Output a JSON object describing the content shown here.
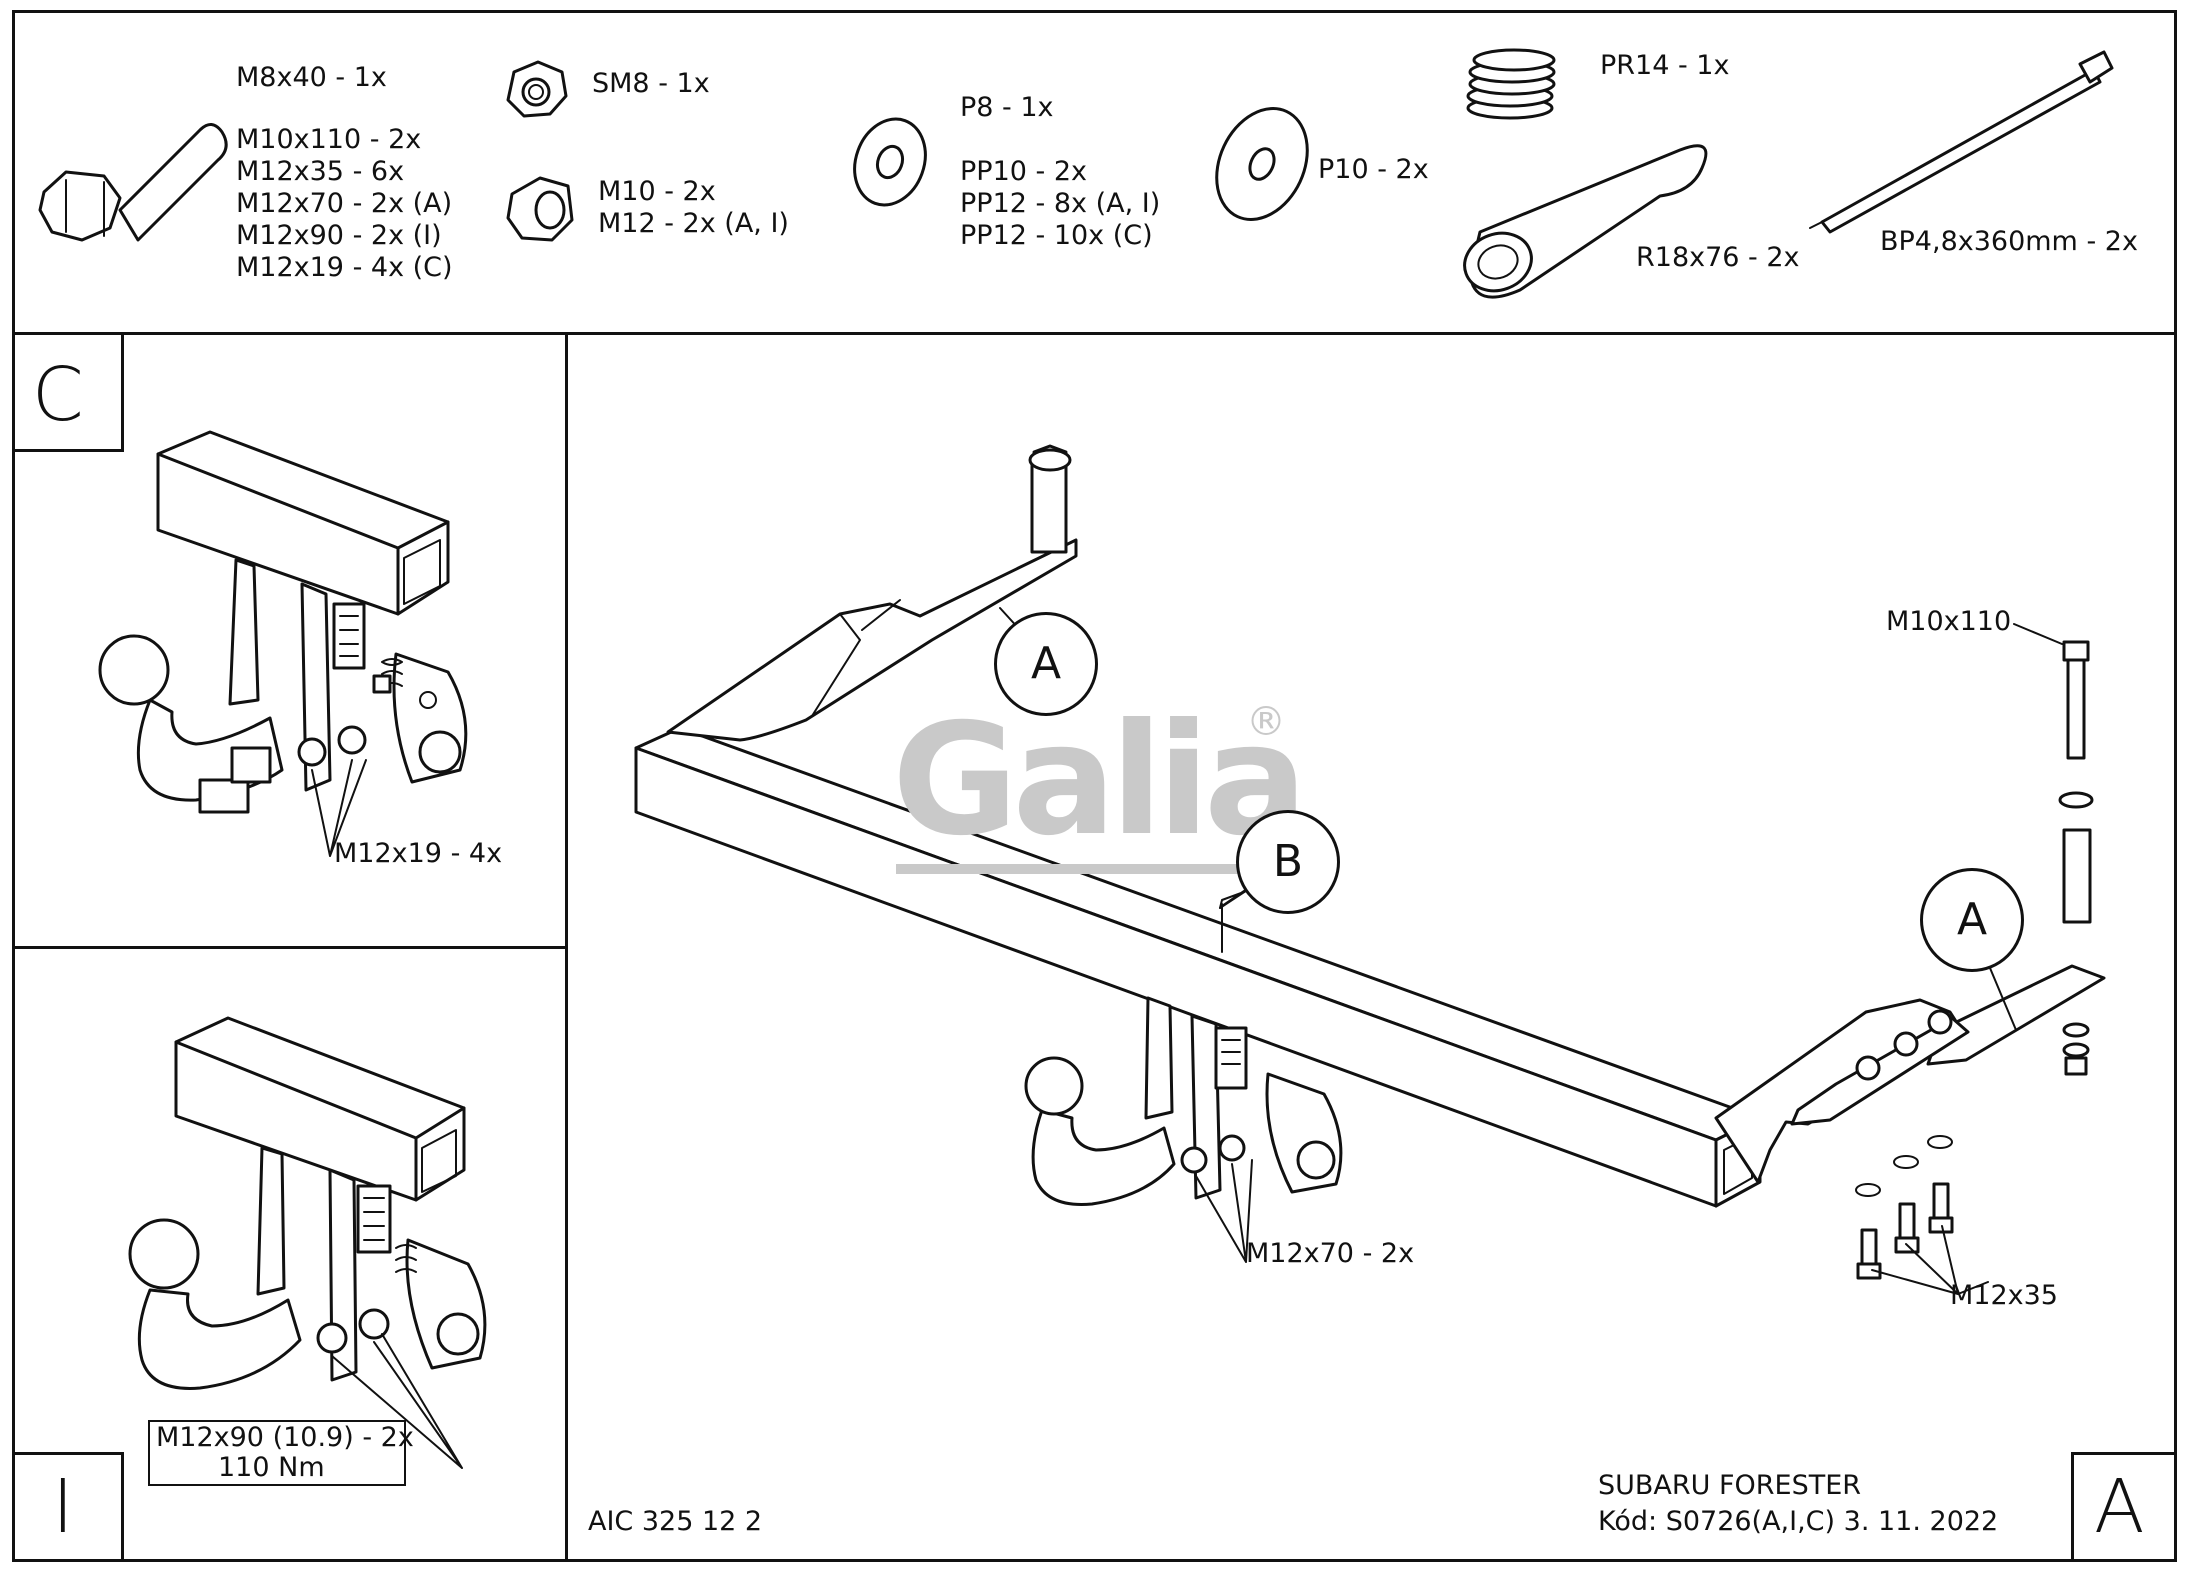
{
  "parts": {
    "bolt": [
      "M8x40 - 1x",
      "M10x110 - 2x",
      "M12x35 - 6x",
      "M12x70 - 2x (A)",
      "M12x90 - 2x (I)",
      "M12x19 - 4x (C)"
    ],
    "nut_small": "SM8 - 1x",
    "nut_large": [
      "M10 - 2x",
      "M12 - 2x (A, I)"
    ],
    "washer_small": [
      "P8 - 1x",
      "PP10 - 2x",
      "PP12 - 8x (A, I)",
      "PP12 - 10x (C)"
    ],
    "washer_large": "P10 - 2x",
    "spring": "PR14 - 1x",
    "tube": "R18x76 - 2x",
    "cable_tie": "BP4,8x360mm - 2x"
  },
  "panel_c": {
    "letter": "C",
    "label": "M12x19 - 4x"
  },
  "panel_i": {
    "letter": "I",
    "label_line1": "M12x90 (10.9) - 2x",
    "label_line2": "110 Nm"
  },
  "main": {
    "callout_a_top": "A",
    "callout_b": "B",
    "callout_a_right": "A",
    "label_m10x110": "M10x110",
    "label_m12x70": "M12x70 - 2x",
    "label_m12x35": "M12x35",
    "logo": "Galia",
    "logo_mark": "®",
    "code": "AIC 325 12 2",
    "vehicle": "SUBARU FORESTER",
    "kod": "Kód: S0726(A,I,C)  3. 11. 2022",
    "corner_letter": "A"
  }
}
